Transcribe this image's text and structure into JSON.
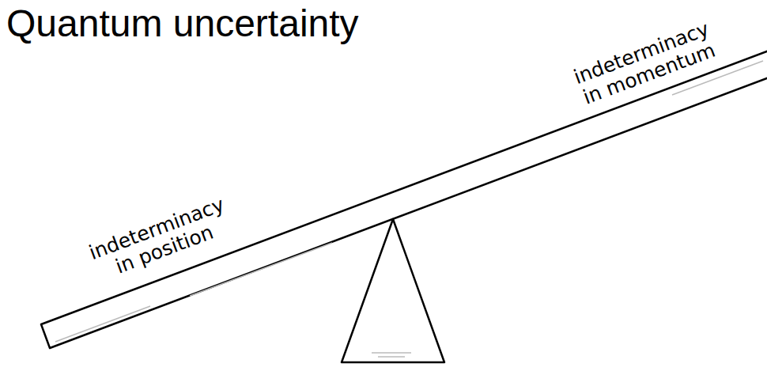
{
  "diagram": {
    "title": "Quantum uncertainty",
    "labels": [
      "indeterminacy in position",
      "indeterminacy in momentum"
    ]
  }
}
